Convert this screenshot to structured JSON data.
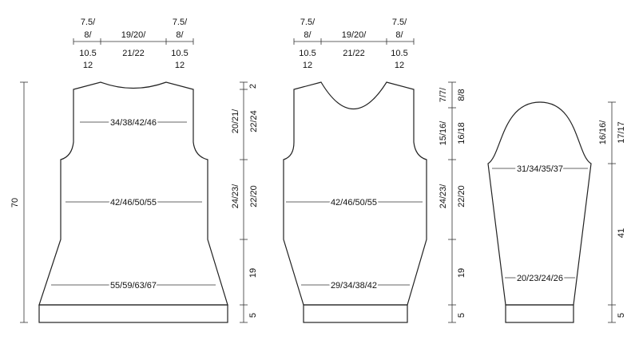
{
  "back": {
    "top": {
      "shoulder_left": [
        "7.5/",
        "8/",
        "10.5",
        "12"
      ],
      "neck": [
        "19/20/",
        "21/22"
      ],
      "shoulder_right": [
        "7.5/",
        "8/",
        "10.5",
        "12"
      ]
    },
    "widths": {
      "chest": "34/38/42/46",
      "waist": "42/46/50/55",
      "hem": "55/59/63/67"
    },
    "total_length": "70",
    "heights": {
      "neck_depth": "2",
      "armhole_line1": "20/21/",
      "armhole_line2": "22/24",
      "side_line1": "24/23/",
      "side_line2": "22/20",
      "lower": "19",
      "rib": "5"
    }
  },
  "front": {
    "top": {
      "shoulder_left": [
        "7.5/",
        "8/",
        "10.5",
        "12"
      ],
      "neck": [
        "19/20/",
        "21/22"
      ],
      "shoulder_right": [
        "7.5/",
        "8/",
        "10.5",
        "12"
      ]
    },
    "widths": {
      "waist": "42/46/50/55",
      "hem": "29/34/38/42"
    },
    "heights": {
      "neck_line1": "7/7/",
      "neck_line2": "8/8",
      "armhole_line1": "15/16/",
      "armhole_line2": "16/18",
      "side_line1": "24/23/",
      "side_line2": "22/20",
      "lower": "19",
      "rib": "5"
    }
  },
  "sleeve": {
    "widths": {
      "upper": "31/34/35/37",
      "cuff": "20/23/24/26"
    },
    "heights": {
      "cap_line1": "16/16/",
      "cap_line2": "17/17",
      "length": "41",
      "rib": "5"
    }
  }
}
